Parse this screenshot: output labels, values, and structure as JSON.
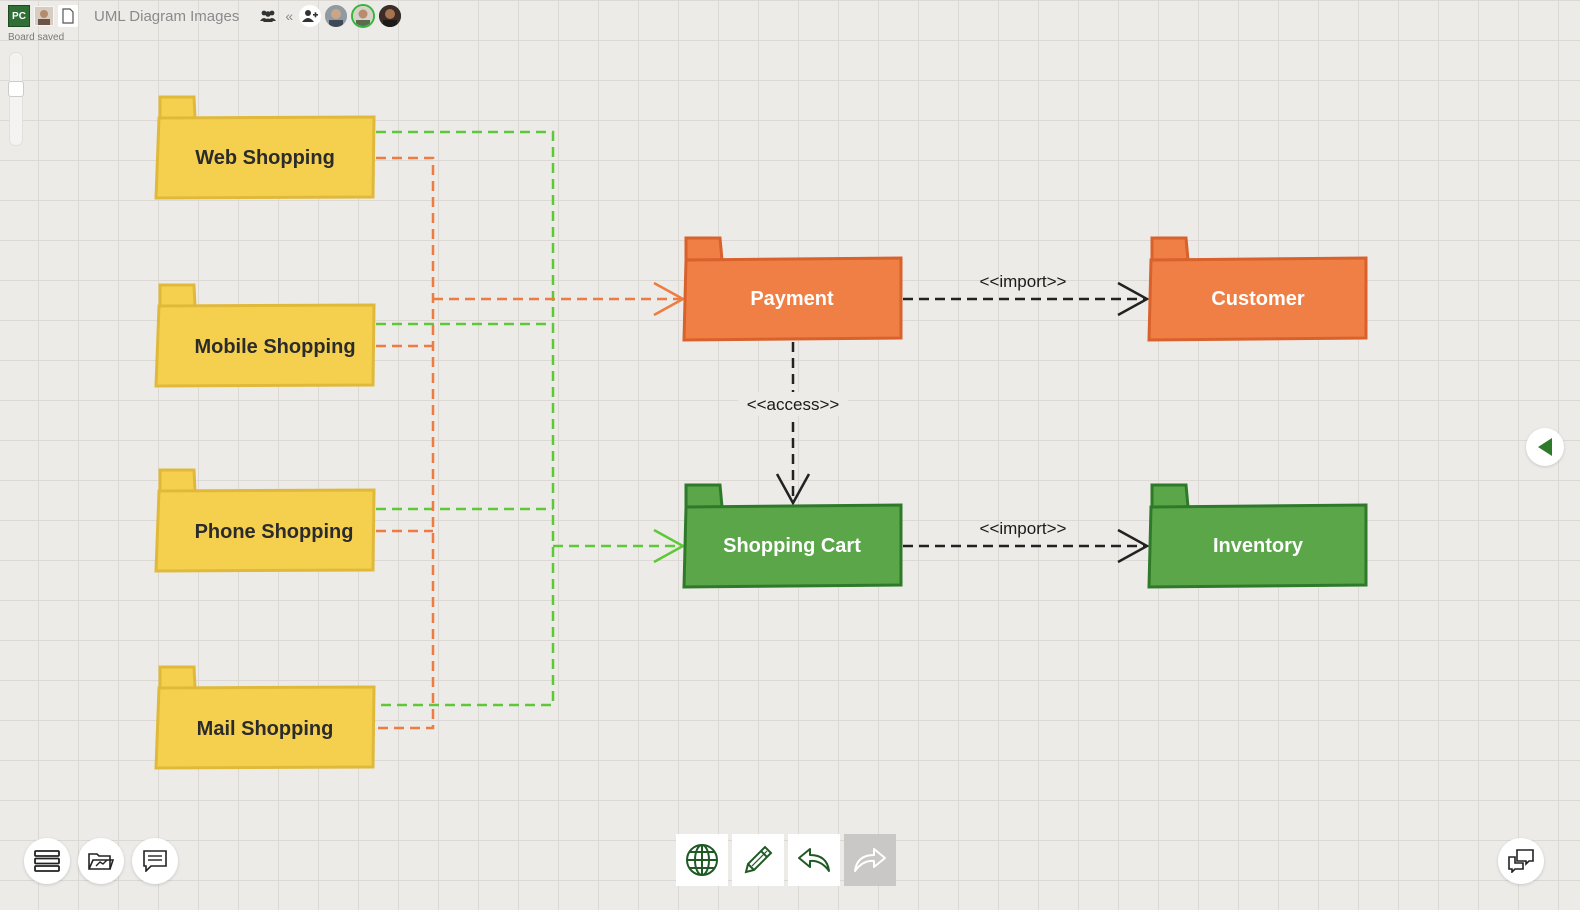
{
  "header": {
    "app_badge": "PC",
    "board_title": "UML Diagram Images",
    "status": "Board saved",
    "icons": [
      "team-icon",
      "collapse-chevron-icon",
      "add-user-icon"
    ]
  },
  "collapse_symbol": "«",
  "diagram": {
    "packages": {
      "web_shopping": "Web Shopping",
      "mobile_shopping": "Mobile Shopping",
      "phone_shopping": "Phone Shopping",
      "mail_shopping": "Mail Shopping",
      "payment": "Payment",
      "customer": "Customer",
      "shopping_cart": "Shopping Cart",
      "inventory": "Inventory"
    },
    "labels": {
      "payment_customer": "<<import>>",
      "payment_cart": "<<access>>",
      "cart_inventory": "<<import>>"
    },
    "colors": {
      "yellow_fill": "#f5d04f",
      "yellow_stroke": "#e0b93a",
      "orange_fill": "#ef7f44",
      "orange_stroke": "#d8612c",
      "green_fill": "#5aa648",
      "green_stroke": "#2f7a2a",
      "orange_line": "#ee7b40",
      "green_line": "#5fc838",
      "dark_line": "#222222"
    }
  },
  "toolbar": {
    "bottom_left": [
      "menu-icon",
      "open-folder-icon",
      "comment-icon"
    ],
    "bottom_center": [
      "globe-icon",
      "pencil-icon",
      "undo-icon",
      "redo-icon"
    ],
    "bottom_right": [
      "chat-icon"
    ]
  }
}
